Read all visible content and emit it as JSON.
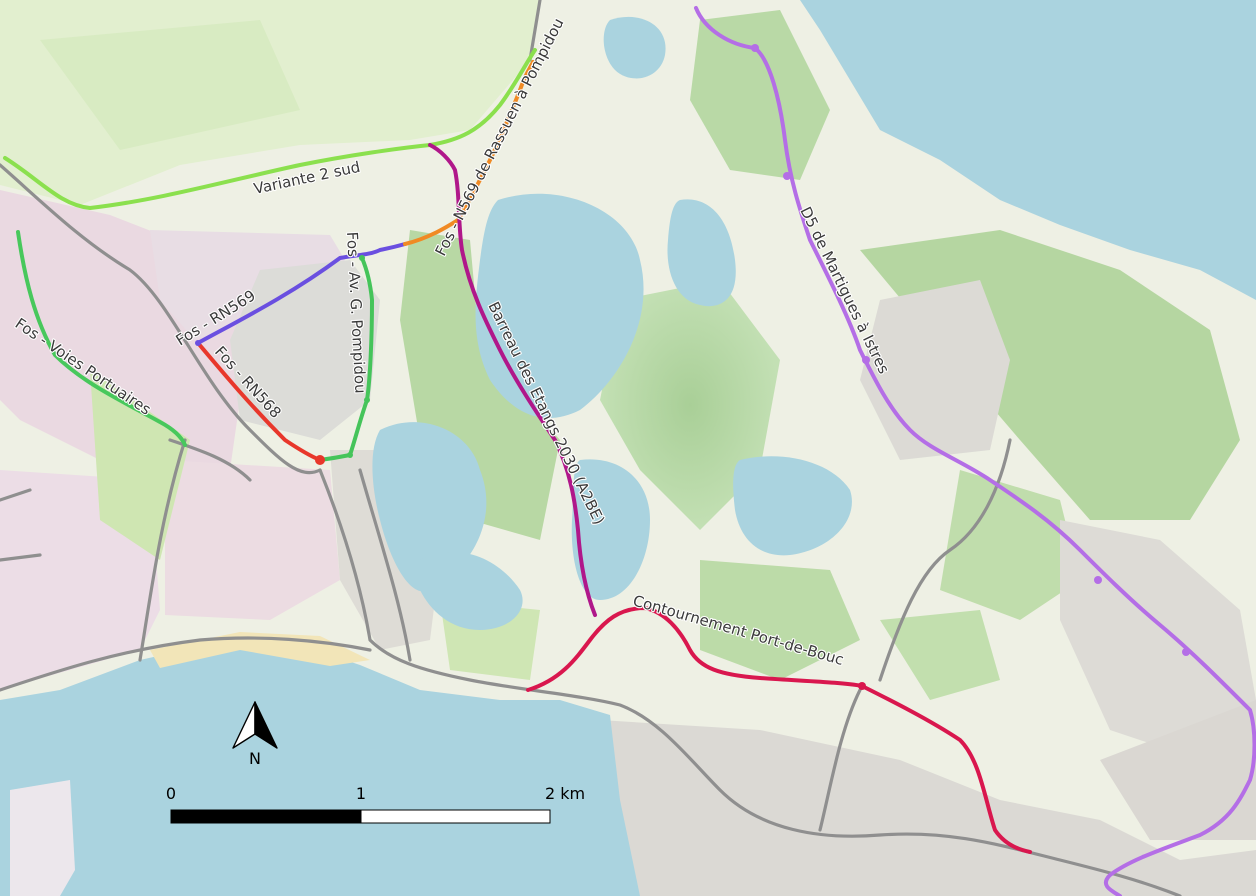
{
  "route_labels": {
    "variante_2_sud": "Variante 2 sud",
    "fos_n569_rassuen": "Fos - N569 de Rassuen à Pompidou",
    "fos_av_pompidou": "Fos - Av. G. Pompidou",
    "fos_rn569": "Fos - RN569",
    "fos_rn568": "Fos - RN568",
    "fos_voies_portuaires": "Fos - Voies Portuaires",
    "barreau_des_etangs": "Barreau des Etangs 2030 (A2BE)",
    "contournement_port_de_bouc": "Contournement Port-de-Bouc",
    "d5_martigues_istres": "D5 de Martigues à Istres"
  },
  "north_arrow": {
    "label": "N",
    "icon": "north-arrow-icon"
  },
  "scale_bar": {
    "tick_0": "0",
    "tick_1": "1",
    "tick_2": "2 km"
  },
  "route_colors": {
    "variante_2_sud": "#8be04e",
    "fos_n569_rassuen": "#f08a24",
    "fos_av_pompidou": "#45c45a",
    "fos_rn569": "#6a4fe0",
    "fos_rn568": "#e8372b",
    "fos_voies_portuaires": "#48c85c",
    "barreau_des_etangs": "#b0178a",
    "contournement_port_de_bouc": "#d9174e",
    "d5_martigues_istres": "#b46ee6"
  }
}
